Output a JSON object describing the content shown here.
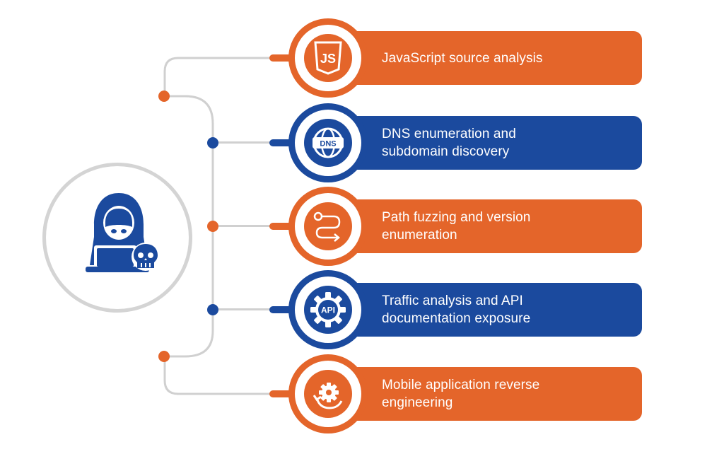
{
  "colors": {
    "orange": "#e4652a",
    "blue": "#1b4a9e",
    "connector": "#d0d0d0",
    "hub_ring": "#d4d4d4"
  },
  "hub": {
    "icon": "hooded-hacker-icon"
  },
  "items": [
    {
      "label": "JavaScript source analysis",
      "color": "orange",
      "icon": "javascript-icon",
      "icon_text": "JS"
    },
    {
      "label": "DNS enumeration and\nsubdomain discovery",
      "color": "blue",
      "icon": "dns-globe-icon",
      "icon_text": "DNS"
    },
    {
      "label": "Path fuzzing and version\nenumeration",
      "color": "orange",
      "icon": "route-path-icon"
    },
    {
      "label": "Traffic analysis and API\ndocumentation exposure",
      "color": "blue",
      "icon": "api-gear-icon",
      "icon_text": "API"
    },
    {
      "label": "Mobile application reverse\nengineering",
      "color": "orange",
      "icon": "reverse-cycle-gear-icon"
    }
  ]
}
